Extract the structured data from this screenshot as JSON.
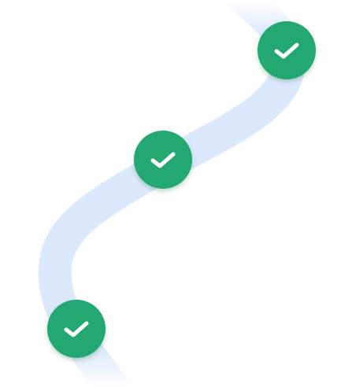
{
  "path": {
    "color": "#dce9fd",
    "fade_color": "#ffffff"
  },
  "milestones": [
    {
      "name": "milestone-1",
      "status": "complete",
      "icon": "check-icon"
    },
    {
      "name": "milestone-2",
      "status": "complete",
      "icon": "check-icon"
    },
    {
      "name": "milestone-3",
      "status": "complete",
      "icon": "check-icon"
    }
  ],
  "colors": {
    "badge_fill": "#22a86f",
    "badge_fill_dark": "#1a9660",
    "check": "#ffffff"
  }
}
